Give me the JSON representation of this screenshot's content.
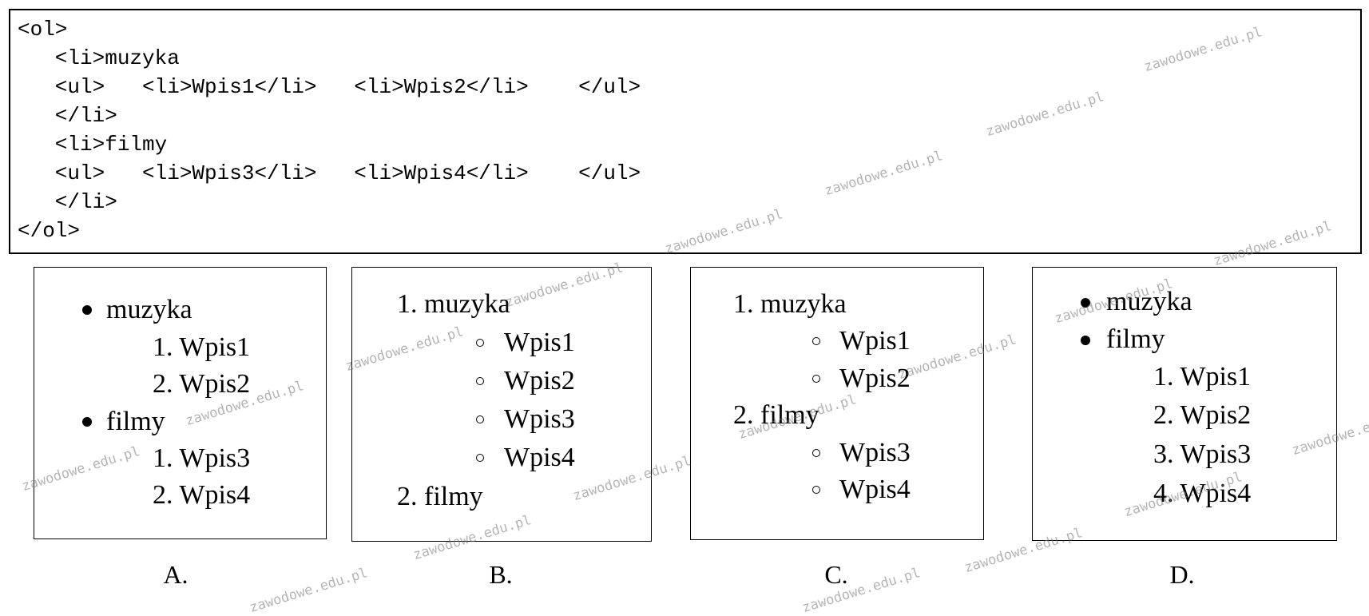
{
  "code": {
    "lines": [
      "<ol>",
      "   <li>muzyka",
      "   <ul>   <li>Wpis1</li>   <li>Wpis2</li>    </ul>",
      "   </li>",
      "   <li>filmy",
      "   <ul>   <li>Wpis3</li>   <li>Wpis4</li>    </ul>",
      "   </li>",
      "</ol>"
    ]
  },
  "options": {
    "a": {
      "label": "A.",
      "items": {
        "muzyka": "muzyka",
        "wpis1": "1. Wpis1",
        "wpis2": "2. Wpis2",
        "filmy": "filmy",
        "wpis3": "1. Wpis3",
        "wpis4": "2. Wpis4"
      }
    },
    "b": {
      "label": "B.",
      "items": {
        "muzyka": "1. muzyka",
        "wpis1": "Wpis1",
        "wpis2": "Wpis2",
        "wpis3": "Wpis3",
        "wpis4": "Wpis4",
        "filmy": "2. filmy"
      }
    },
    "c": {
      "label": "C.",
      "items": {
        "muzyka": "1. muzyka",
        "wpis1": "Wpis1",
        "wpis2": "Wpis2",
        "filmy": "2. filmy",
        "wpis3": "Wpis3",
        "wpis4": "Wpis4"
      }
    },
    "d": {
      "label": "D.",
      "items": {
        "muzyka": "muzyka",
        "filmy": "filmy",
        "wpis1": "1. Wpis1",
        "wpis2": "2. Wpis2",
        "wpis3": "3. Wpis3",
        "wpis4": "4. Wpis4"
      }
    }
  },
  "watermark": "zawodowe.edu.pl"
}
